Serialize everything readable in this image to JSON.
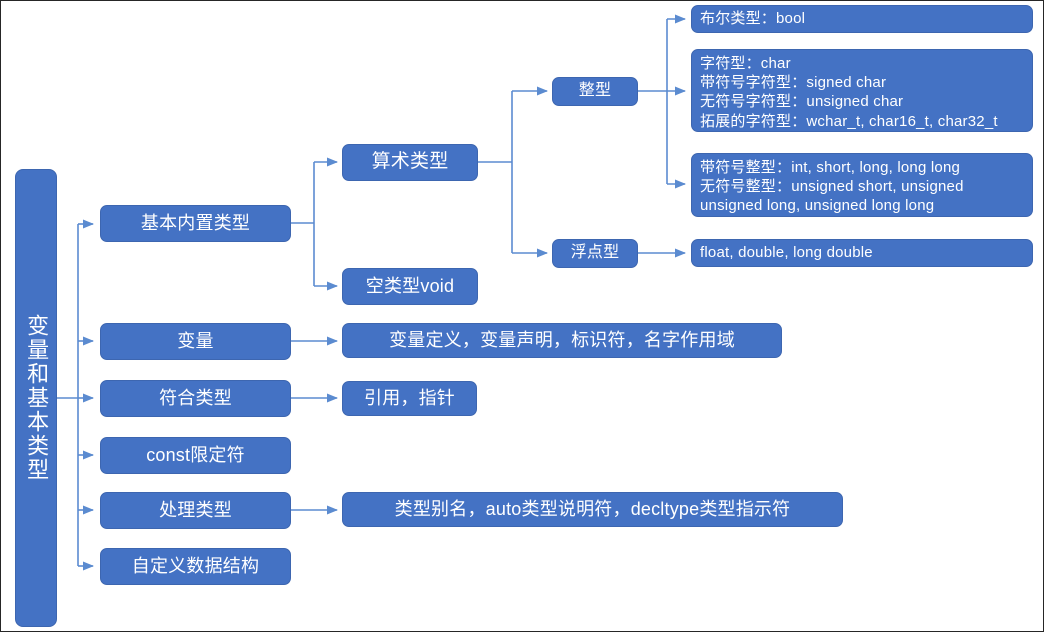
{
  "diagram": {
    "title": "变量和基本类型",
    "accent_color": "#4472c4",
    "border_color": "#3d66b0",
    "connector_color": "#5b8bd0",
    "page_border_color": "#262626",
    "background": "#ffffff"
  },
  "root": {
    "label": "变量和基本类型"
  },
  "branches": [
    {
      "id": "builtin",
      "label": "基本内置类型"
    },
    {
      "id": "variable",
      "label": "变量"
    },
    {
      "id": "compound",
      "label": "符合类型"
    },
    {
      "id": "const",
      "label": "const限定符"
    },
    {
      "id": "handling",
      "label": "处理类型"
    },
    {
      "id": "custom",
      "label": "自定义数据结构"
    }
  ],
  "builtin_children": [
    {
      "id": "arithmetic",
      "label": "算术类型"
    },
    {
      "id": "void",
      "label": "空类型void"
    }
  ],
  "arithmetic_children": [
    {
      "id": "integral",
      "label": "整型"
    },
    {
      "id": "floating",
      "label": "浮点型"
    }
  ],
  "integral_details": [
    {
      "id": "bool-box",
      "lines": [
        "布尔类型：bool"
      ]
    },
    {
      "id": "char-box",
      "lines": [
        "字符型：char",
        "带符号字符型：signed char",
        "无符号字符型：unsigned char",
        "拓展的字符型：wchar_t, char16_t, char32_t"
      ]
    },
    {
      "id": "int-box",
      "lines": [
        "带符号整型：int, short, long, long long",
        "无符号整型：unsigned short, unsigned",
        "unsigned long, unsigned long long"
      ]
    }
  ],
  "floating_details": [
    {
      "id": "float-box",
      "lines": [
        "float, double, long double"
      ]
    }
  ],
  "branch_details": {
    "variable": "变量定义，变量声明，标识符，名字作用域",
    "compound": "引用，指针",
    "handling": "类型别名，auto类型说明符，decltype类型指示符"
  }
}
